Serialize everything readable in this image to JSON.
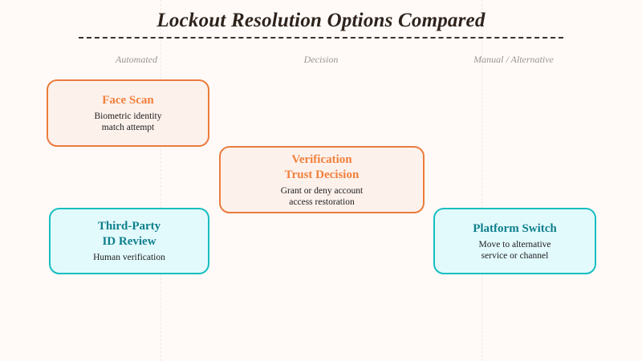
{
  "header": {
    "title": "Lockout Resolution Options Compared"
  },
  "columns": [
    {
      "label": "Automated"
    },
    {
      "label": "Decision"
    },
    {
      "label": "Manual / Alternative"
    }
  ],
  "cards": [
    {
      "id": "face-scan",
      "title": "Face Scan",
      "description": "Biometric identity\nmatch attempt",
      "column": "Automated",
      "style": "orange",
      "border_color": "#ea7c3c",
      "fill_color": "#fdf1ec",
      "title_color": "#f0803c"
    },
    {
      "id": "verification-trust-decision",
      "title": "Verification\nTrust Decision",
      "description": "Grant or deny account\naccess restoration",
      "column": "Decision",
      "style": "orange",
      "border_color": "#ea7c3c",
      "fill_color": "#fdf1ec",
      "title_color": "#f0803c"
    },
    {
      "id": "third-party-id-review",
      "title": "Third-Party\nID Review",
      "description": "Human verification",
      "column": "Automated",
      "style": "teal",
      "border_color": "#17bec1",
      "fill_color": "#e3fafd",
      "title_color": "#0d7f8c"
    },
    {
      "id": "platform-switch",
      "title": "Platform Switch",
      "description": "Move to alternative\nservice or channel",
      "column": "Manual / Alternative",
      "style": "teal",
      "border_color": "#17bec1",
      "fill_color": "#e3fafd",
      "title_color": "#0d7f8c"
    }
  ],
  "theme": {
    "background": "#fffaf8",
    "title_color": "#2e231c",
    "rule_color": "#3a3028",
    "divider_color": "#f3e6e2",
    "column_header_color": "#9a9494"
  }
}
